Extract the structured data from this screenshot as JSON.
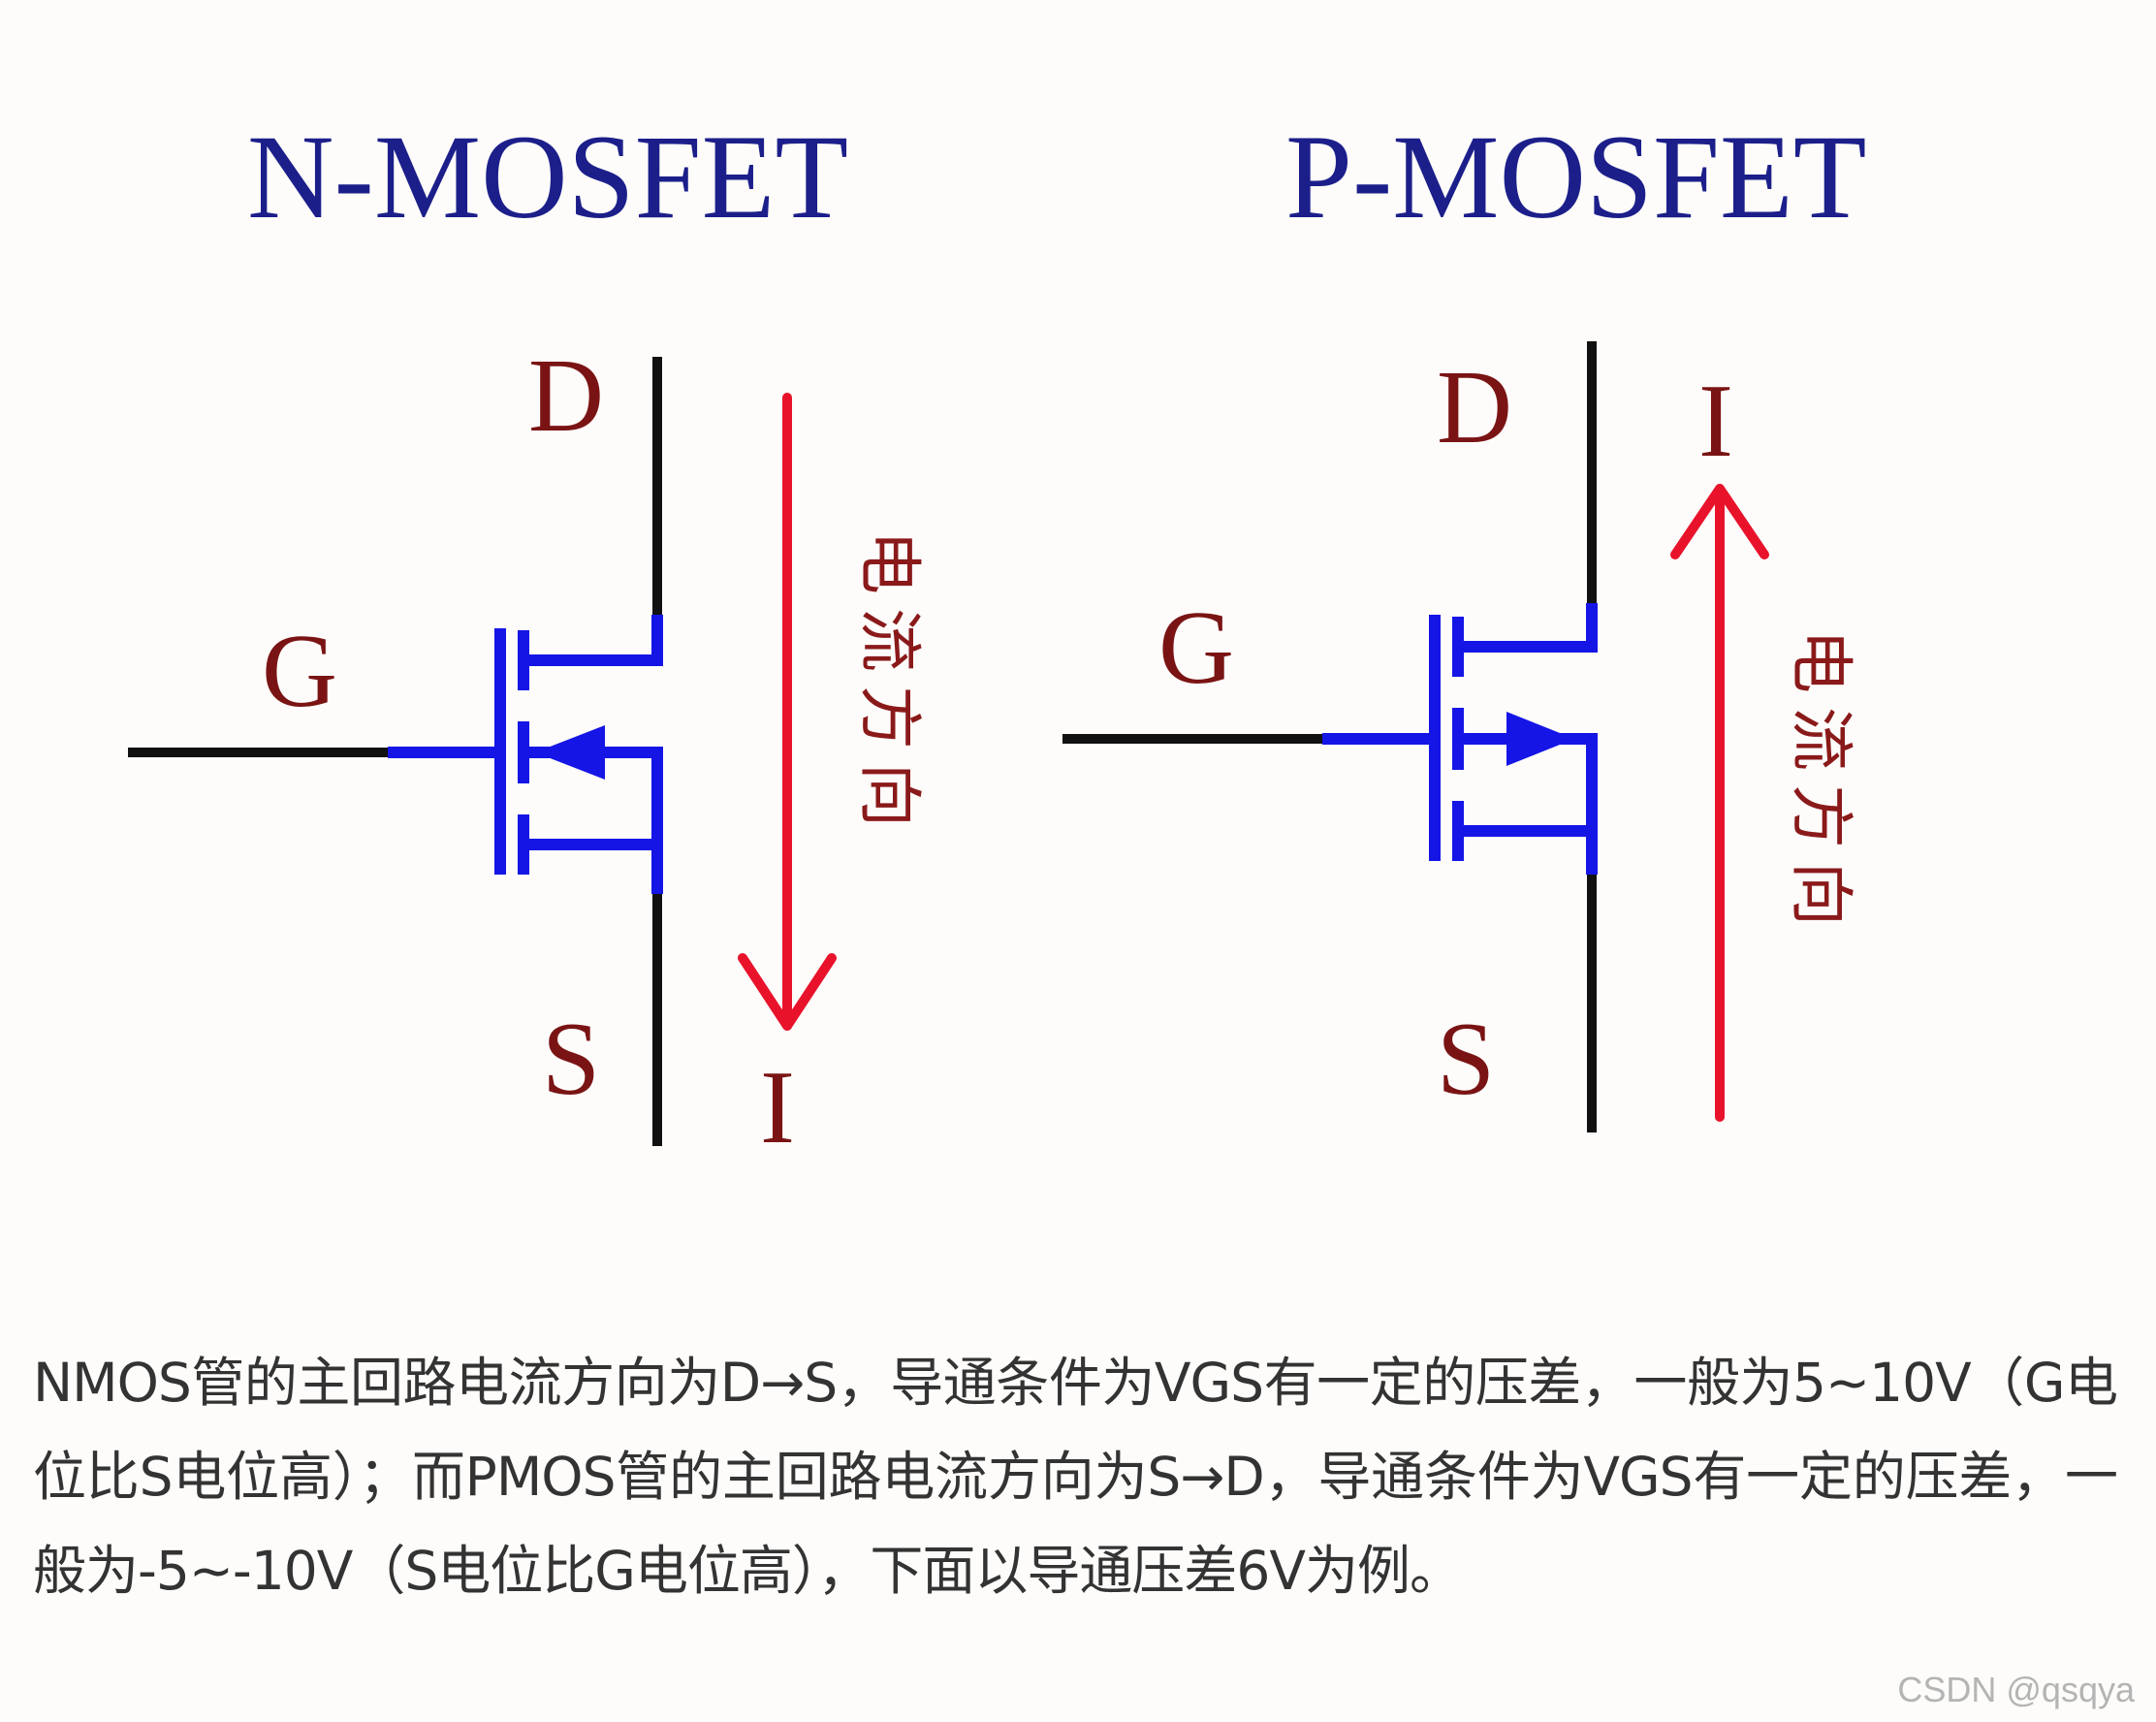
{
  "nmos": {
    "title": "N-MOSFET",
    "labels": {
      "gate": "G",
      "drain": "D",
      "source": "S",
      "current": "I"
    },
    "current_direction_text": [
      "电",
      "流",
      "方",
      "向"
    ],
    "current_flow": "D→S (downward)"
  },
  "pmos": {
    "title": "P-MOSFET",
    "labels": {
      "gate": "G",
      "drain": "D",
      "source": "S",
      "current": "I"
    },
    "current_direction_text": [
      "电",
      "流",
      "方",
      "向"
    ],
    "current_flow": "S→D (upward)"
  },
  "colors": {
    "title": "#1c1f8a",
    "terminal_labels": "#7a1414",
    "gate_and_channel": "#1515e6",
    "lead_wires": "#111111",
    "current_arrow": "#e8132b"
  },
  "caption": "NMOS管的主回路电流方向为D→S，导通条件为VGS有一定的压差，一般为5~10V（G电位比S电位高）；而PMOS管的主回路电流方向为S→D，导通条件为VGS有一定的压差，一般为-5~-10V（S电位比G电位高），下面以导通压差6V为例。",
  "watermark": "CSDN @qsqya"
}
